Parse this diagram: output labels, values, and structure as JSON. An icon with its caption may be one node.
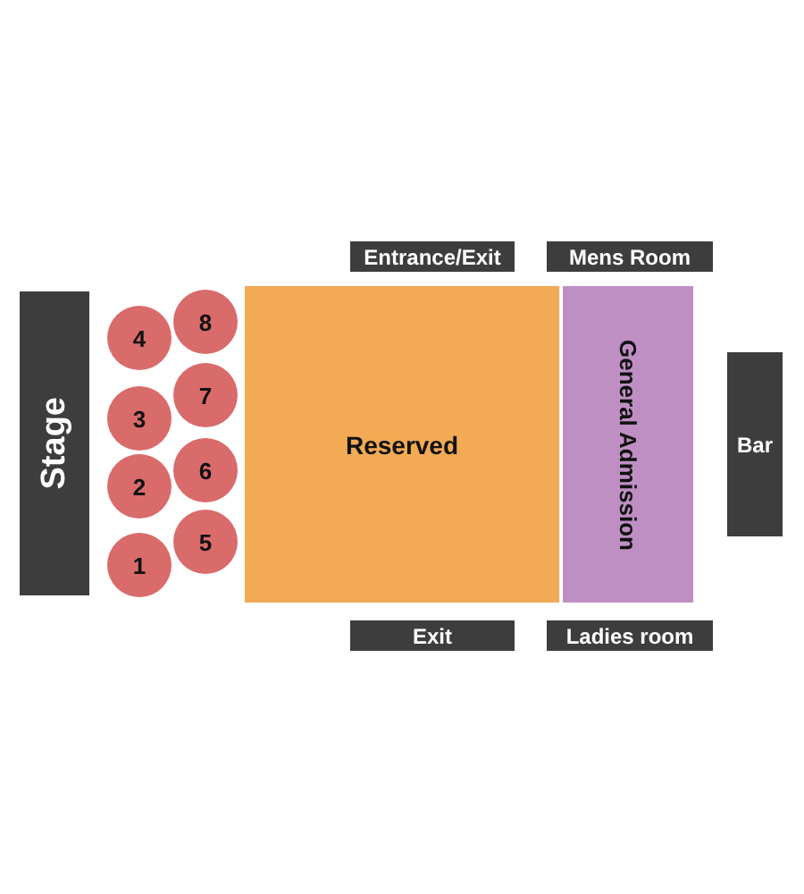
{
  "diagram": {
    "nodes": [
      {
        "text": [
          "Entrance/Exit"
        ]
      },
      {
        "text": [
          "Mens Room"
        ]
      },
      {
        "text": [
          "Stage"
        ]
      },
      {
        "text": [
          "4"
        ]
      },
      {
        "text": [
          "8"
        ]
      },
      {
        "text": [
          "7"
        ]
      },
      {
        "text": [
          "3"
        ]
      },
      {
        "text": [
          "6"
        ]
      },
      {
        "text": [
          "2"
        ]
      },
      {
        "text": [
          "5"
        ]
      },
      {
        "text": [
          "1"
        ]
      },
      {
        "text": [
          "Reserved"
        ]
      },
      {
        "text": [
          "General Admission"
        ]
      },
      {
        "text": [
          "Bar"
        ]
      },
      {
        "text": [
          "Exit"
        ]
      },
      {
        "text": [
          "Ladies room"
        ]
      }
    ],
    "edges": []
  }
}
